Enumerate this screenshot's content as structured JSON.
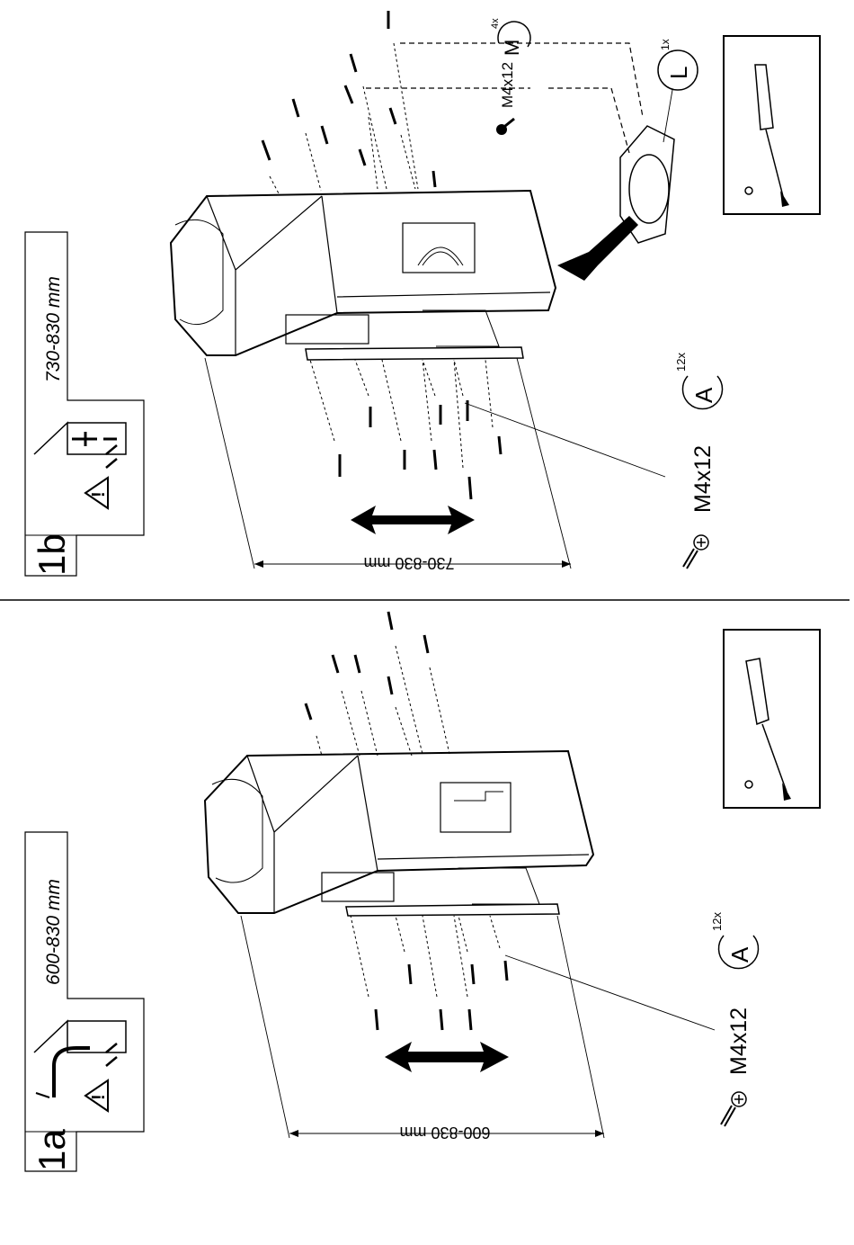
{
  "panel_1b": {
    "step": "1b",
    "range": "730-830 mm",
    "dimension": "730-830 mm",
    "screw_main": "M4x12",
    "screw_main_qty": "12x",
    "screw_main_letter": "A",
    "screw_top": "M4x12",
    "screw_top_qty": "4x",
    "screw_top_letter": "M",
    "part_qty": "1x",
    "part_letter": "L"
  },
  "panel_1a": {
    "step": "1a",
    "range": "600-830 mm",
    "dimension": "600-830 mm",
    "screw_main": "M4x12",
    "screw_main_qty": "12x",
    "screw_main_letter": "A"
  },
  "icons": {
    "tool": "screwdriver-icon",
    "warning": "warning-triangle-icon",
    "screw": "screw-icon"
  }
}
